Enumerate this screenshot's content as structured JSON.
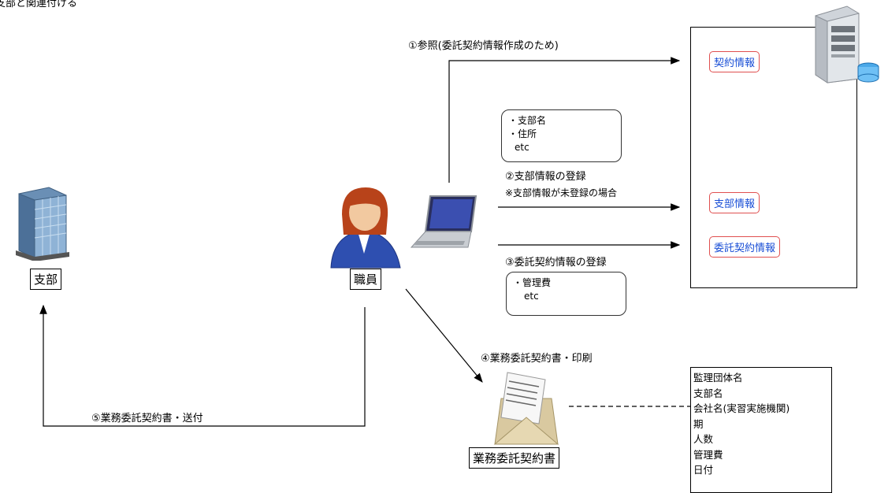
{
  "header_partial": "支部と関連付ける",
  "nodes": {
    "branch_label": "支部",
    "staff_label": "職員",
    "contract_doc_label": "業務委託契約書"
  },
  "arrows": {
    "a1": "①参照(委託契約情報作成のため)",
    "a2": "②支部情報の登録",
    "a2_note": "※支部情報が未登録の場合",
    "a3": "③委託契約情報の登録",
    "a4": "④業務委託契約書・印刷",
    "a5": "⑤業務委託契約書・送付"
  },
  "notes": {
    "branch_info": [
      "・支部名",
      "・住所",
      "etc"
    ],
    "contract_info": [
      "・管理費",
      "etc"
    ]
  },
  "server": {
    "contract_info": "契約情報",
    "branch_info": "支部情報",
    "consign_contract_info": "委託契約情報"
  },
  "doc_fields": [
    "監理団体名",
    "支部名",
    "会社名(実習実施機関)",
    "期",
    "人数",
    "管理費",
    "日付"
  ],
  "colors": {
    "label_border": "#e05050",
    "label_text": "#1a4fd6"
  }
}
